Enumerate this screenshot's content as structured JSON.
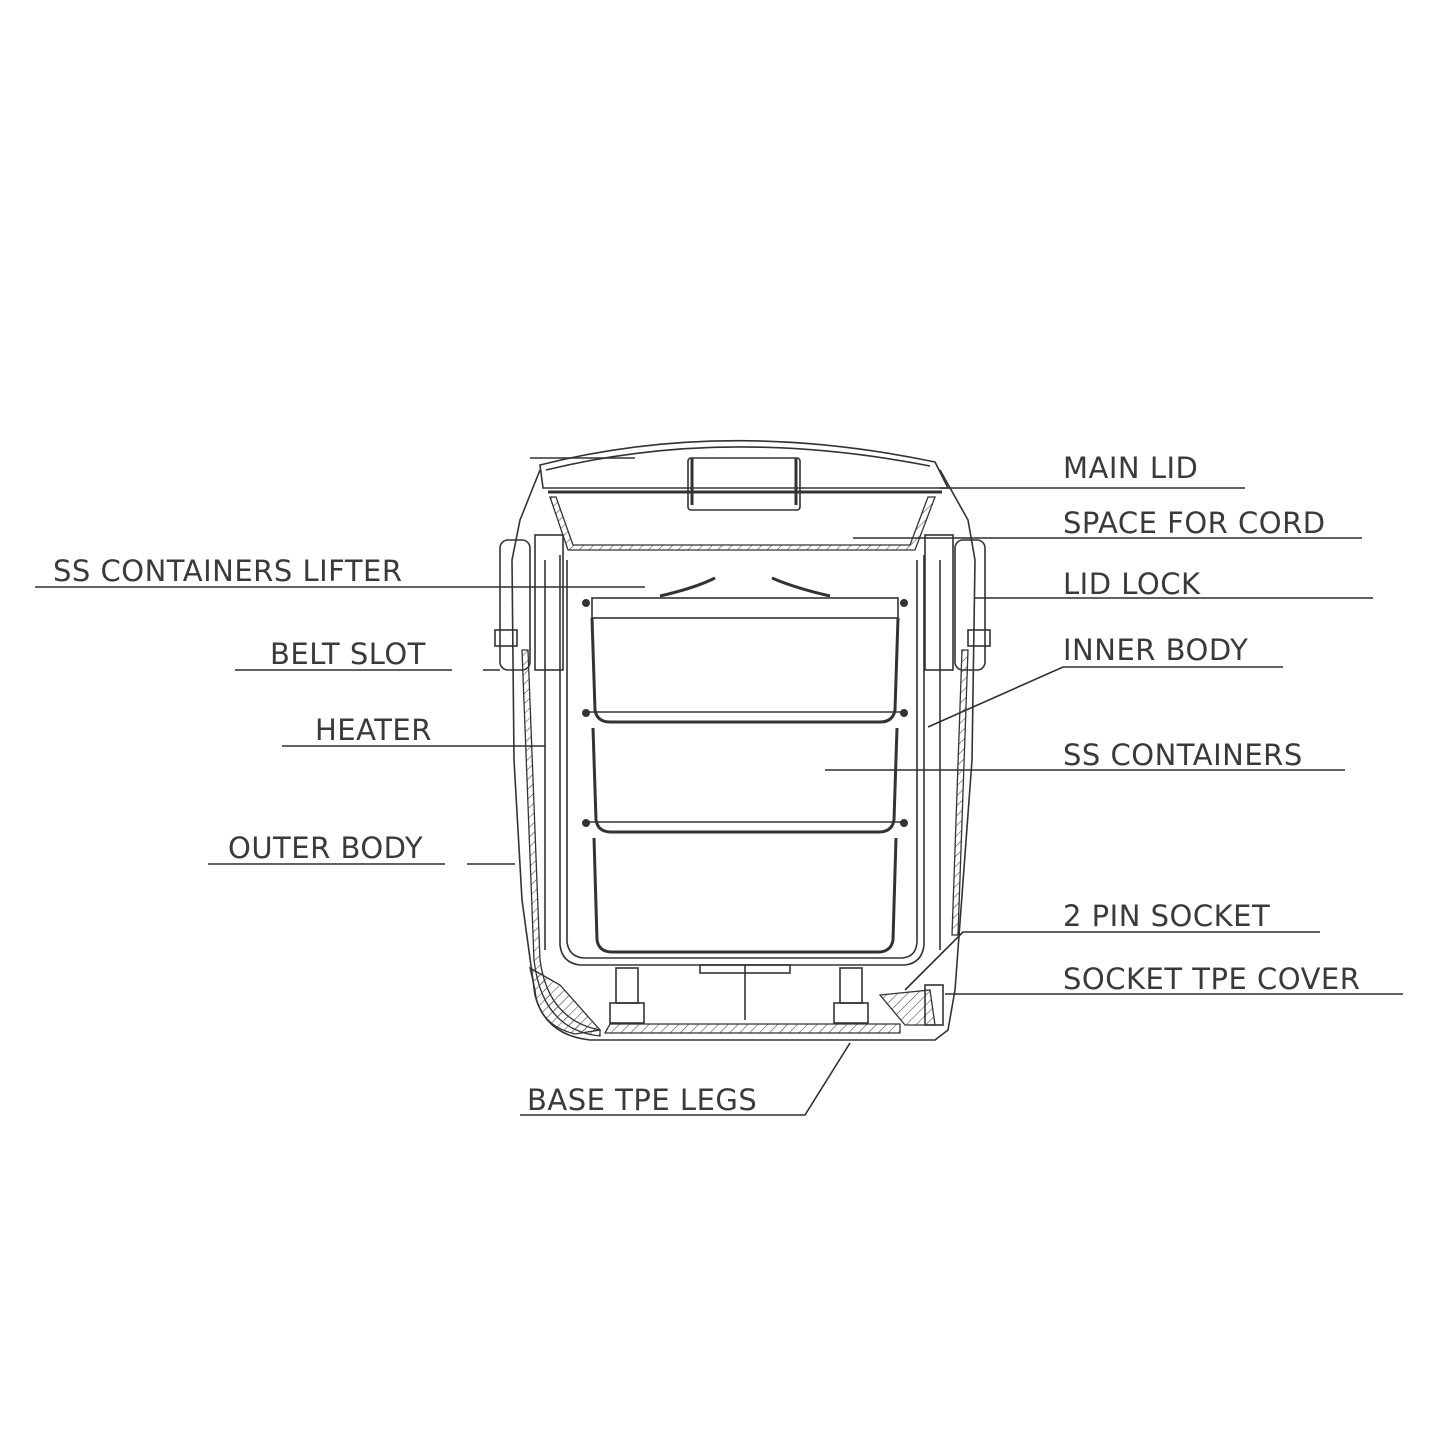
{
  "title": "Lunch box cross-section diagram",
  "labels": {
    "main_lid": "MAIN LID",
    "space_for_cord": "SPACE FOR CORD",
    "lid_lock": "LID LOCK",
    "inner_body": "INNER BODY",
    "ss_containers": "SS CONTAINERS",
    "two_pin_socket": "2 PIN SOCKET",
    "socket_tpe_cover": "SOCKET TPE COVER",
    "base_tpe_legs": "BASE TPE LEGS",
    "ss_containers_lifter": "SS CONTAINERS LIFTER",
    "belt_slot": "BELT SLOT",
    "heater": "HEATER",
    "outer_body": "OUTER BODY"
  }
}
